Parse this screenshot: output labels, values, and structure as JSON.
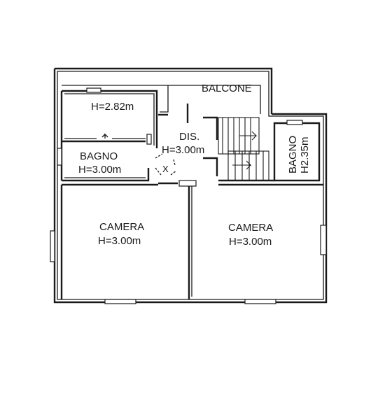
{
  "rooms": {
    "balcone": {
      "name": "BALCONE"
    },
    "room_top_left": {
      "height": "H=2.82m"
    },
    "dis": {
      "name": "DIS.",
      "height": "H=3.00m"
    },
    "bagno_left": {
      "name": "BAGNO",
      "height": "H=3.00m"
    },
    "bagno_right": {
      "name": "BAGNO",
      "height": "H2.35m"
    },
    "camera_left": {
      "name": "CAMERA",
      "height": "H=3.00m"
    },
    "camera_right": {
      "name": "CAMERA",
      "height": "H=3.00m"
    }
  },
  "symbols": {
    "cross_mark": "X"
  }
}
